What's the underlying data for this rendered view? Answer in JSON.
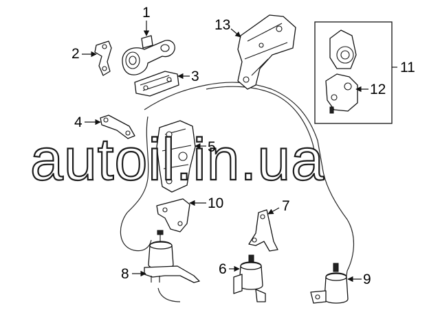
{
  "callouts": {
    "c1": "1",
    "c2": "2",
    "c3": "3",
    "c4": "4",
    "c5": "5",
    "c6": "6",
    "c7": "7",
    "c8": "8",
    "c9": "9",
    "c10": "10",
    "c11": "11",
    "c12": "12",
    "c13": "13"
  },
  "watermark": "autoil.in.ua"
}
